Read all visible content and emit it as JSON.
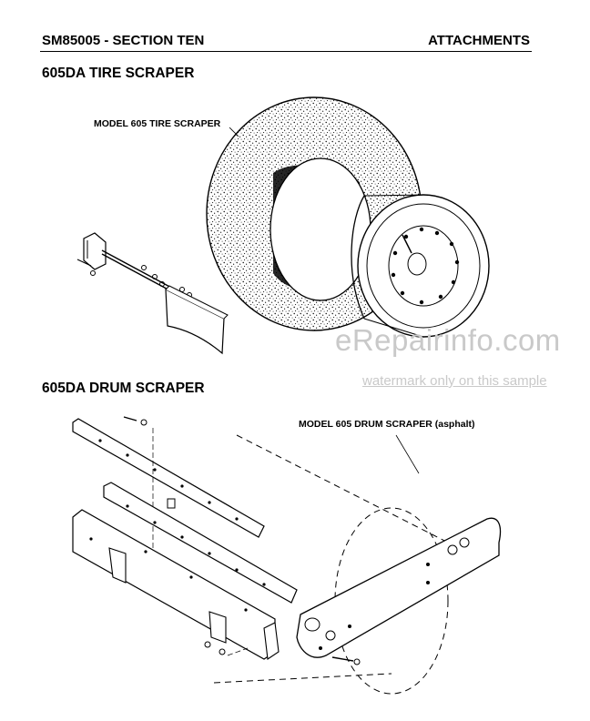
{
  "header": {
    "left": "SM85005 - SECTION TEN",
    "right": "ATTACHMENTS"
  },
  "sections": {
    "tire": {
      "title": "605DA TIRE SCRAPER",
      "caption": "MODEL 605 TIRE SCRAPER"
    },
    "drum": {
      "title": "605DA DRUM SCRAPER",
      "caption": "MODEL 605 DRUM SCRAPER (asphalt)"
    }
  },
  "watermark": {
    "main": "eRepairinfo.com",
    "sub": "watermark only on this sample"
  }
}
